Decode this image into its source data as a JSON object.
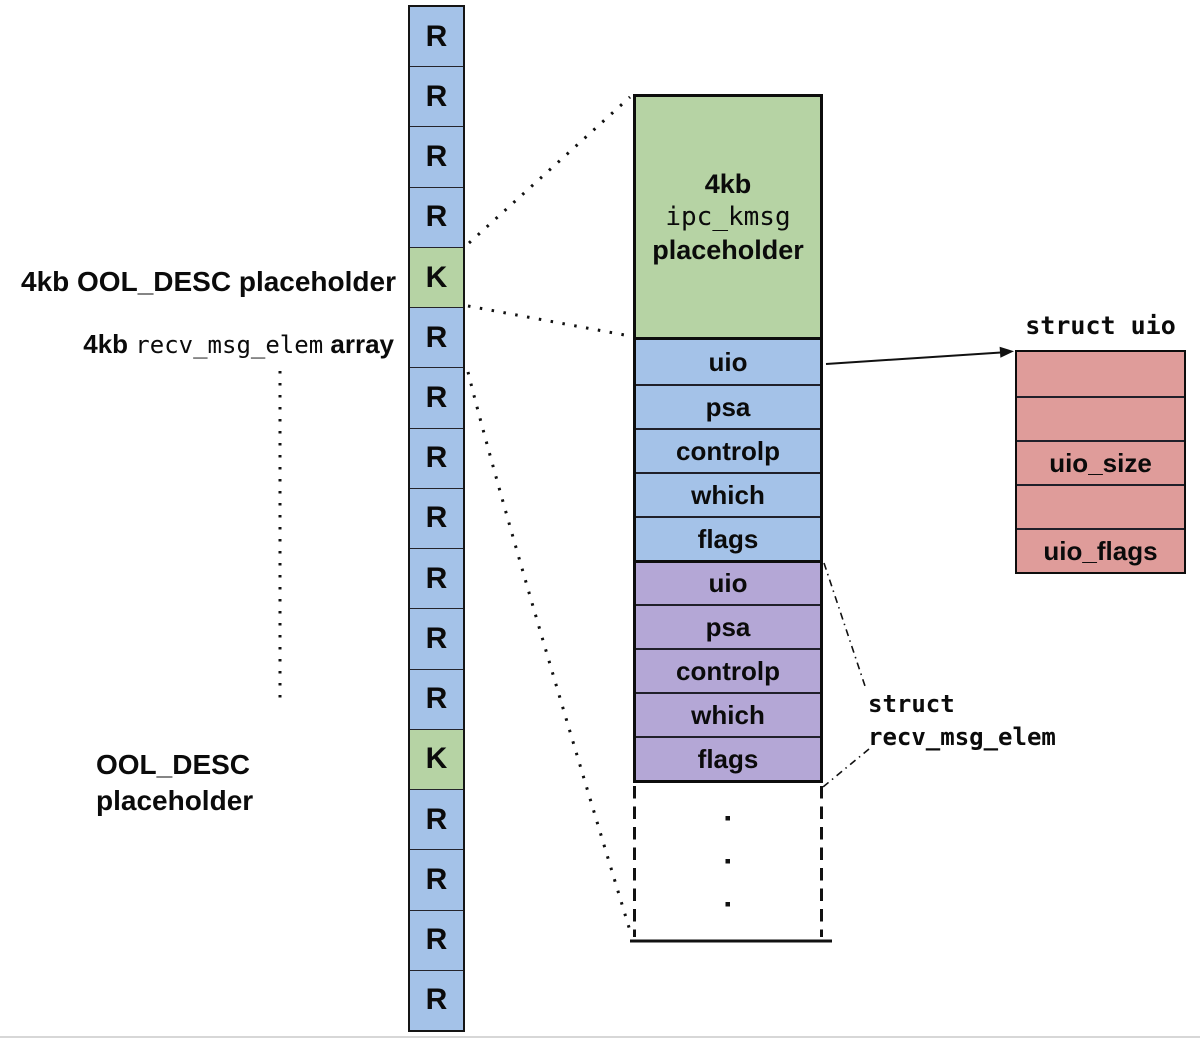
{
  "colors": {
    "cell_blue": "#a4c2e8",
    "cell_green": "#b6d3a4",
    "cell_purple": "#b4a7d6",
    "cell_red": "#df9c9a",
    "line": "#111111",
    "page_edge": "#d7d7d7"
  },
  "memory_column": {
    "cells": [
      {
        "label": "R",
        "type": "R"
      },
      {
        "label": "R",
        "type": "R"
      },
      {
        "label": "R",
        "type": "R"
      },
      {
        "label": "R",
        "type": "R"
      },
      {
        "label": "K",
        "type": "K"
      },
      {
        "label": "R",
        "type": "R"
      },
      {
        "label": "R",
        "type": "R"
      },
      {
        "label": "R",
        "type": "R"
      },
      {
        "label": "R",
        "type": "R"
      },
      {
        "label": "R",
        "type": "R"
      },
      {
        "label": "R",
        "type": "R"
      },
      {
        "label": "R",
        "type": "R"
      },
      {
        "label": "K",
        "type": "K"
      },
      {
        "label": "R",
        "type": "R"
      },
      {
        "label": "R",
        "type": "R"
      },
      {
        "label": "R",
        "type": "R"
      },
      {
        "label": "R",
        "type": "R"
      }
    ]
  },
  "left_labels": {
    "ool_desc_top": "4kb OOL_DESC placeholder",
    "recv_elem_4kb": "4kb",
    "recv_elem_name": "recv_msg_elem",
    "recv_elem_array": "array",
    "ool_desc_bottom_line1": "OOL_DESC",
    "ool_desc_bottom_line2": "placeholder"
  },
  "kmsg_placeholder": {
    "line1": "4kb",
    "line2": "ipc_kmsg",
    "line3": "placeholder"
  },
  "recv_msg_elem_first": {
    "fields": [
      "uio",
      "psa",
      "controlp",
      "which",
      "flags"
    ]
  },
  "recv_msg_elem_second": {
    "fields": [
      "uio",
      "psa",
      "controlp",
      "which",
      "flags"
    ]
  },
  "struct_uio": {
    "title": "struct uio",
    "fields": [
      "",
      "",
      "uio_size",
      "",
      "uio_flags"
    ]
  },
  "struct_recv_msg_elem_label": {
    "line1": "struct",
    "line2": "recv_msg_elem"
  }
}
